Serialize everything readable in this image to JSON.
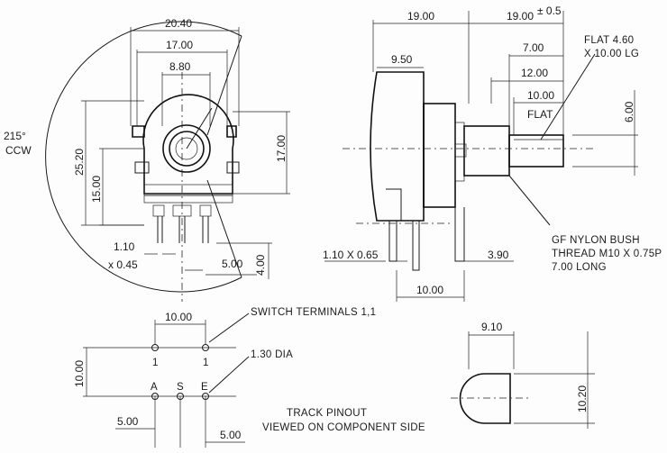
{
  "front_view": {
    "dims": {
      "w_20_40": "20.40",
      "w_17_00": "17.00",
      "w_8_80": "8.80",
      "h_25_20": "25.20",
      "h_15_00": "15.00",
      "h_17_00": "17.00",
      "pin_1_10": "1.10",
      "pin_x045": "x 0.45",
      "pitch_5_00": "5.00",
      "pin_len_4_00": "4.00"
    },
    "rotation_angle": "215°",
    "rotation_dir": "CCW"
  },
  "side_view": {
    "dims": {
      "d_19_00_a": "19.00",
      "d_19_00_b": "19.00",
      "tol": "± 0.5",
      "d_9_50": "9.50",
      "d_7_00": "7.00",
      "d_12_00": "12.00",
      "d_10_00_flat": "10.00",
      "flat_word": "FLAT",
      "d_6_00": "6.00",
      "d_1_10x0_65": "1.10 X 0.65",
      "d_3_90": "3.90",
      "d_10_00_bottom": "10.00"
    },
    "flat_note": [
      "FLAT 4.60",
      "X 10.00 LG"
    ],
    "bush_note": [
      "GF NYLON BUSH",
      "THREAD M10 X 0.75P",
      "7.00 LONG"
    ]
  },
  "pinout": {
    "dims": {
      "w_10_00": "10.00",
      "h_10_00": "10.00",
      "left_5_00": "5.00",
      "right_5_00": "5.00"
    },
    "switch_terminals": "SWITCH TERMINALS 1,1",
    "hole_dia": "1.30 DIA",
    "switch_pins": [
      "1",
      "1"
    ],
    "track_pins": [
      "A",
      "S",
      "E"
    ],
    "caption": [
      "TRACK PINOUT",
      "VIEWED ON COMPONENT SIDE"
    ]
  },
  "shaft_end": {
    "dims": {
      "w_9_10": "9.10",
      "h_10_20": "10.20"
    }
  }
}
